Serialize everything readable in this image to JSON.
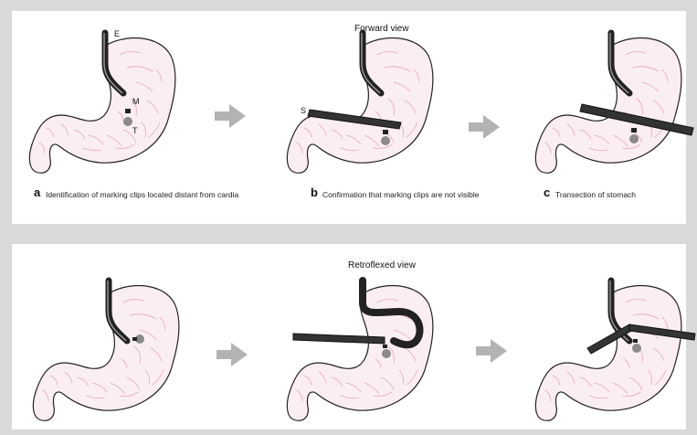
{
  "views": {
    "forward": {
      "title": "Forward view",
      "panels": [
        {
          "letter": "a",
          "caption": "Identification of marking clips located distant from cardia",
          "labels": [
            "E",
            "M",
            "T"
          ]
        },
        {
          "letter": "b",
          "caption": "Confirmation that marking clips are not visible",
          "labels": [
            "S"
          ]
        },
        {
          "letter": "c",
          "caption": "Transection of stomach",
          "labels": []
        }
      ]
    },
    "retroflexed": {
      "title": "Retroflexed view"
    }
  },
  "colors": {
    "background": "#d9d9d9",
    "panel": "#ffffff",
    "stomach_fill": "#fbeef1",
    "stomach_outline": "#222222",
    "rugae": "#e7a8b6",
    "instrument": "#222222",
    "arrow": "#b3b3b3",
    "tumor": "#8a8a8a"
  }
}
